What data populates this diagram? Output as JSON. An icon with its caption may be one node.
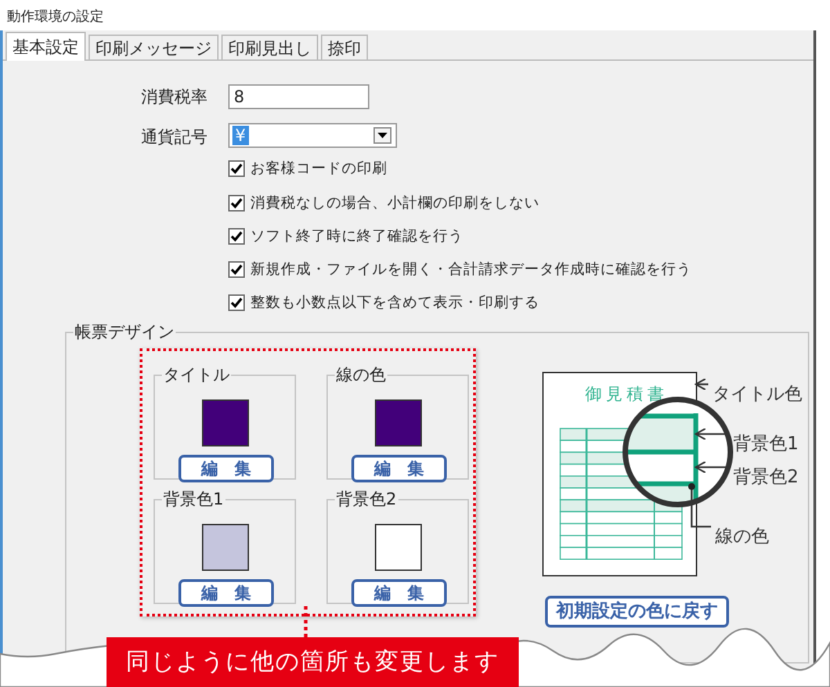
{
  "diagram": {
    "title": "動作環境の設定",
    "nodes": [
      {
        "text": [
          "帳票デザイン"
        ]
      },
      {
        "text": [],
        "shape": "box",
        "in": 0
      },
      {
        "text": [
          "タイトル"
        ],
        "in": 1
      },
      {
        "text": [
          "編　集"
        ],
        "in": 2
      },
      {
        "text": [
          "線の色"
        ],
        "in": 1
      },
      {
        "text": [
          "編　集"
        ],
        "in": 4
      },
      {
        "text": [
          "背景色1"
        ],
        "in": 1
      },
      {
        "text": [
          "編　集"
        ],
        "in": 6
      },
      {
        "text": [
          "背景色2"
        ],
        "in": 1
      },
      {
        "text": [
          "編　集"
        ],
        "in": 8
      },
      {
        "text": [],
        "shape": "picture",
        "in": 0
      },
      {
        "text": [
          "タイトル色"
        ],
        "in": 0
      },
      {
        "text": [
          "背景色1"
        ],
        "in": 0
      },
      {
        "text": [
          "背景色2"
        ],
        "in": 0
      },
      {
        "text": [
          "線の色"
        ],
        "in": 0
      },
      {
        "text": [
          "初期設定の色に戻す"
        ],
        "in": 0
      },
      {
        "text": [
          "同じように他の箇所も変更します"
        ]
      }
    ],
    "edges": [
      {
        "from": 16,
        "to": 1,
        "arrow": "none",
        "style": "dashed",
        "color": "#e60012"
      },
      {
        "from": 11,
        "to": 10,
        "arrow": "to"
      },
      {
        "from": 12,
        "to": 10,
        "arrow": "to"
      },
      {
        "from": 13,
        "to": 10,
        "arrow": "to"
      },
      {
        "from": 14,
        "to": 10,
        "arrow": "other"
      }
    ],
    "labels": [
      "基本設定",
      "印刷メッセージ",
      "印刷見出し",
      "捺印",
      "消費税率",
      "8",
      "通貨記号",
      "¥",
      "お客様コードの印刷",
      "消費税なしの場合、小計欄の印刷をしない",
      "ソフト終了時に終了確認を行う",
      "新規作成・ファイルを開く・合計請求データ作成時に確認を行う",
      "整数も小数点以下を含めて表示・印刷する",
      "御見積書"
    ]
  }
}
